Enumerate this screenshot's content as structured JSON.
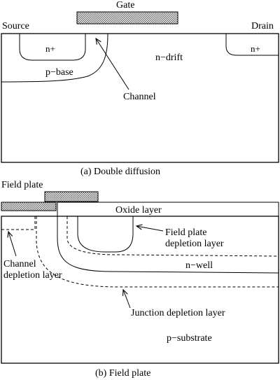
{
  "figure_a": {
    "gate": "Gate",
    "source": "Source",
    "drain": "Drain",
    "n_plus_source": "n+",
    "n_plus_drain": "n+",
    "p_base": "p−base",
    "n_drift": "n−drift",
    "channel": "Channel",
    "caption": "(a) Double diffusion"
  },
  "figure_b": {
    "field_plate": "Field plate",
    "oxide_layer": "Oxide layer",
    "field_plate_depletion_line1": "Field plate",
    "field_plate_depletion_line2": "depletion layer",
    "channel_depletion_line1": "Channel",
    "channel_depletion_line2": "depletion layer",
    "n_well": "n−well",
    "junction_depletion": "Junction depletion layer",
    "p_substrate": "p−substrate",
    "caption": "(b) Field plate"
  },
  "colors": {
    "line": "#000000",
    "hatch": "#8c8c8c"
  }
}
